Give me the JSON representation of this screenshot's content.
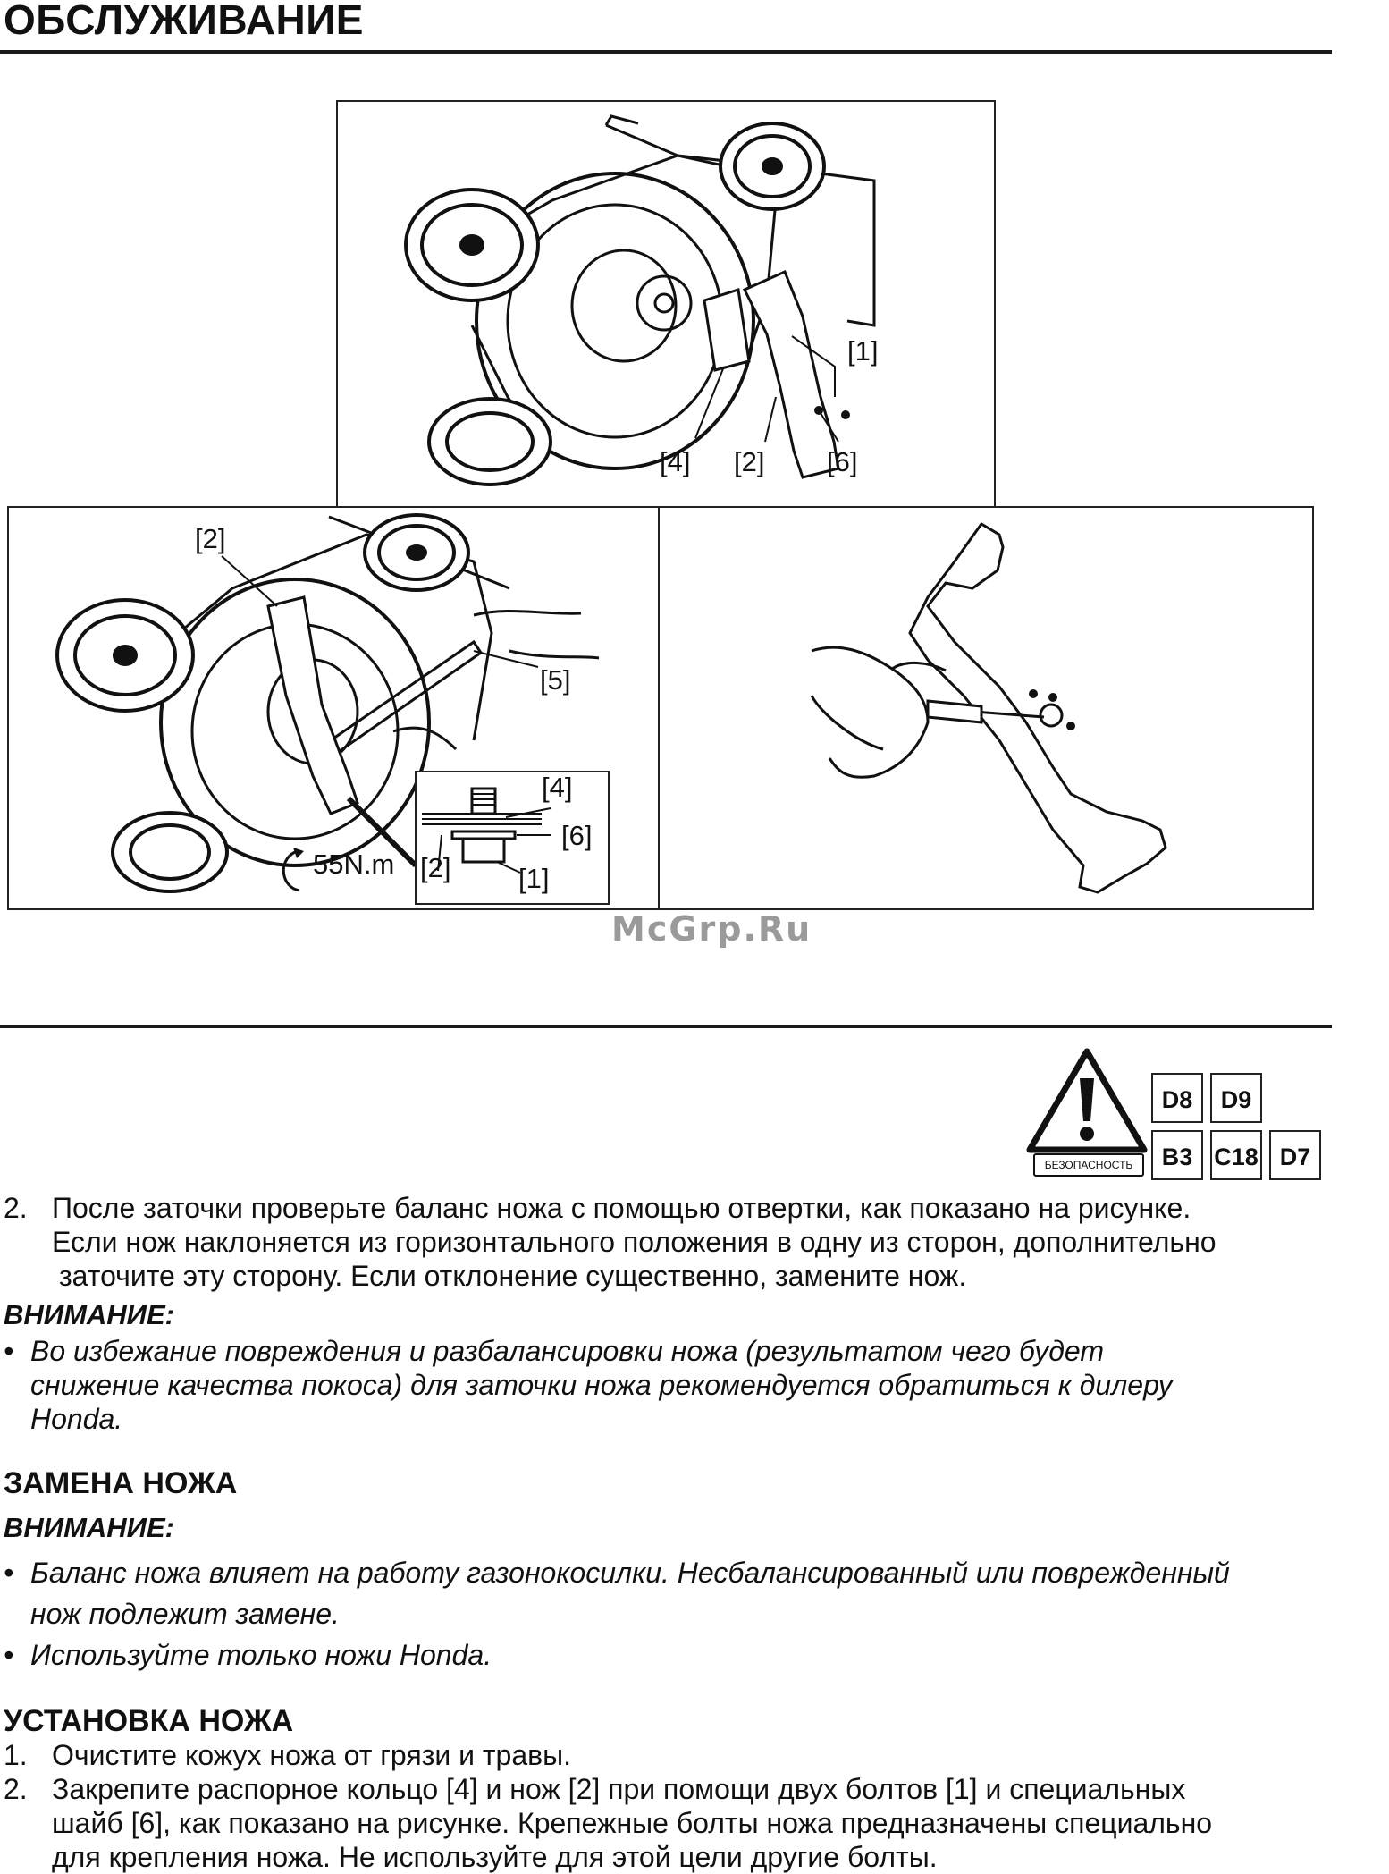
{
  "header": {
    "title": "ОБСЛУЖИВАНИЕ"
  },
  "figures": {
    "top": {
      "callouts": [
        "[1]",
        "[4]",
        "[2]",
        "[6]"
      ]
    },
    "left": {
      "callouts": [
        "[2]",
        "[5]",
        "[4]",
        "[6]",
        "[2]",
        "[1]"
      ],
      "torque": "55N.m"
    }
  },
  "watermark": "McGrp.Ru",
  "safety": {
    "label": "БЕЗОПАСНОСТЬ",
    "codes_row1": [
      "D8",
      "D9"
    ],
    "codes_row2": [
      "B3",
      "C18",
      "D7"
    ]
  },
  "body": {
    "step2": {
      "number": "2.",
      "lines": [
        "После заточки проверьте баланс ножа с помощью отвертки, как показано на рисунке.",
        "Если нож наклоняется из горизонтального положения в одну из сторон, дополнительно",
        "заточите эту сторону. Если отклонение существенно, замените нож."
      ]
    },
    "attention1": {
      "heading": "ВНИМАНИЕ:",
      "bullet_lines": [
        "Во избежание повреждения и разбалансировки ножа (результатом чего будет",
        "снижение качества покоса) для заточки ножа рекомендуется обратиться к дилеру",
        "Honda."
      ]
    },
    "replace": {
      "heading": "ЗАМЕНА НОЖА",
      "attention_heading": "ВНИМАНИЕ:",
      "bullet1_lines": [
        "Баланс ножа влияет на работу газонокосилки. Несбалансированный или поврежденный",
        "нож подлежит замене."
      ],
      "bullet2": "Используйте только ножи Honda."
    },
    "install": {
      "heading": "УСТАНОВКА НОЖА",
      "item1": {
        "number": "1.",
        "text": "Очистите кожух ножа от грязи и травы."
      },
      "item2": {
        "number": "2.",
        "lines": [
          "Закрепите распорное кольцо [4] и нож [2] при помощи двух болтов [1] и специальных",
          "шайб [6], как показано на рисунке. Крепежные болты ножа предназначены специально",
          "для крепления ножа. Не используйте для этой цели другие болты."
        ]
      }
    }
  }
}
